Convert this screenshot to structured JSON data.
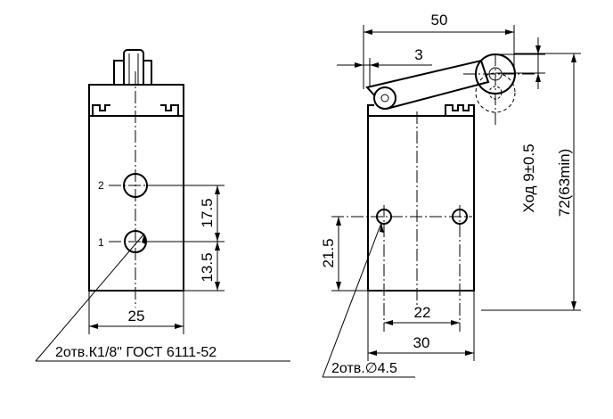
{
  "front_view": {
    "dim_width": "25",
    "dim_port_spacing": "17.5",
    "dim_port_bottom": "13.5",
    "port_label_1": "1",
    "port_label_2": "2",
    "callout": "2отв.К1/8\" ГОСТ 6111-52"
  },
  "side_view": {
    "dim_overall_width": "50",
    "dim_lever_offset": "3",
    "dim_stroke": "Ход 9±0.5",
    "dim_height": "72(63min)",
    "dim_hole_height": "21.5",
    "dim_hole_spacing": "22",
    "dim_body_width": "30",
    "callout": "2отв.∅4.5"
  }
}
